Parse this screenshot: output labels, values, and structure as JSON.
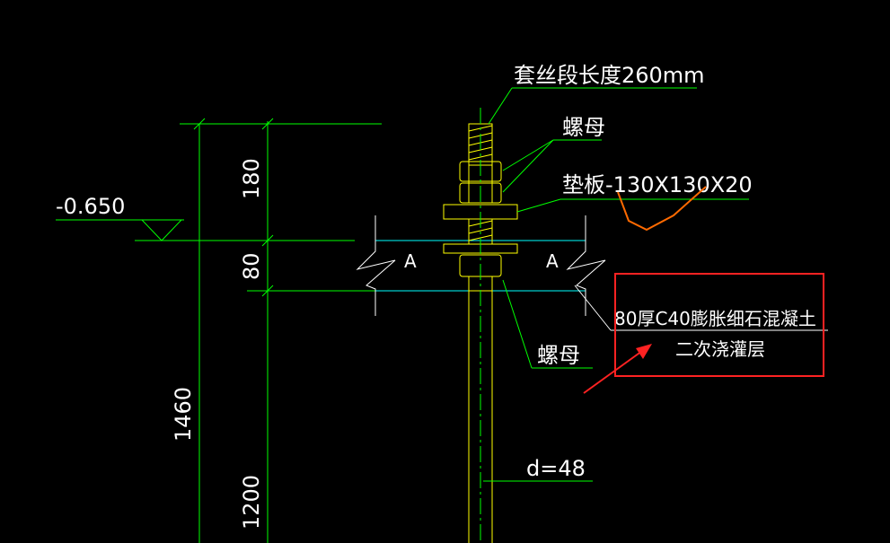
{
  "labels": {
    "thread_length": "套丝段长度260mm",
    "nut_top": "螺母",
    "plate": "垫板-130X130X20",
    "elevation": "-0.650",
    "dim_180": "180",
    "dim_80": "80",
    "dim_1460": "1460",
    "dim_1200": "1200",
    "concrete_line1": "80厚C40膨胀细石混凝土",
    "concrete_line2": "二次浇灌层",
    "nut_bottom": "螺母",
    "diameter": "d=48",
    "aggregate_mark_left": "A",
    "aggregate_mark_right": "A"
  },
  "colors": {
    "background": "#000000",
    "dimension_lines": "#00ff00",
    "bolt": "#ffff00",
    "concrete_surface": "#00ffff",
    "annotation_text": "#ffffff",
    "markup_red": "#ff2222",
    "markup_orange": "#ff6a00"
  }
}
